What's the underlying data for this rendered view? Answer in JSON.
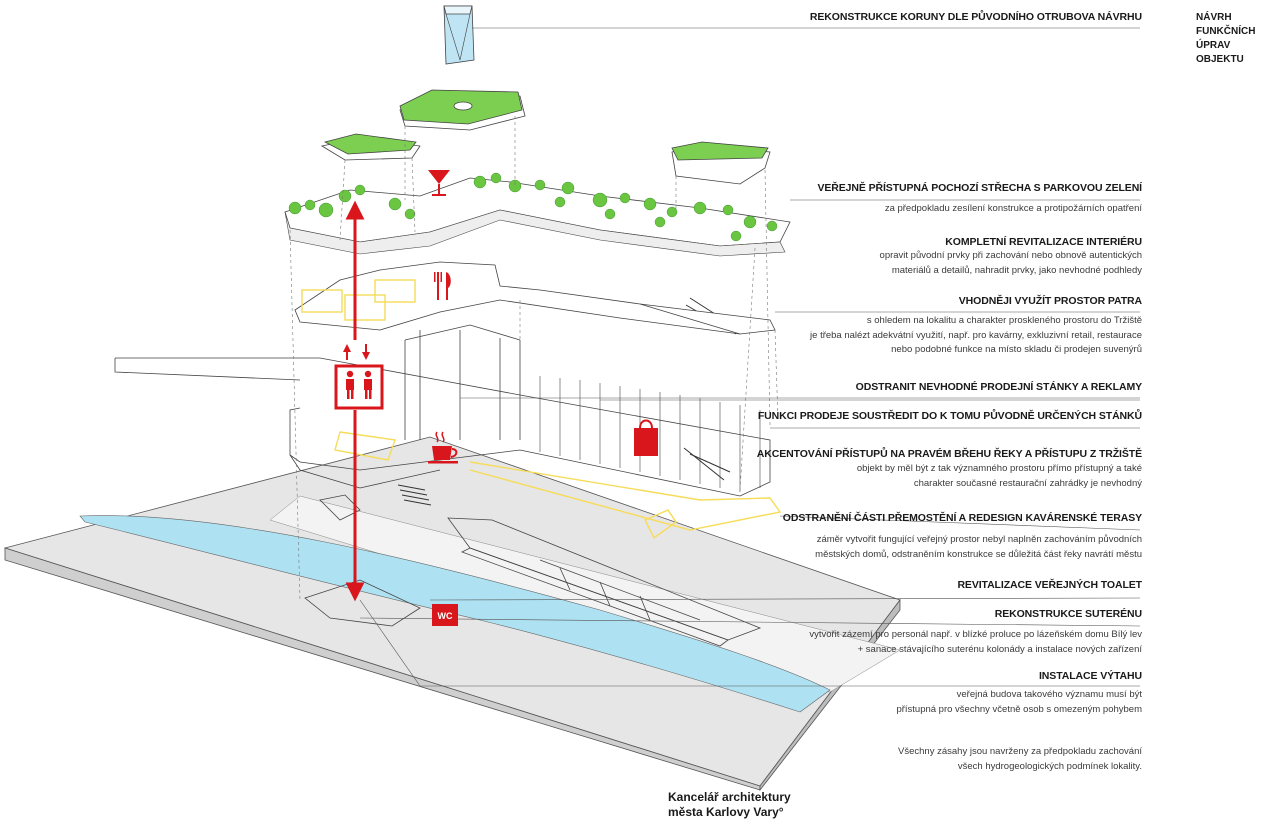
{
  "header": {
    "side_note": "NÁVRH FUNKČNÍCH\nÚPRAV OBJEKTU"
  },
  "annotations": [
    {
      "title": "REKONSTRUKCE KORUNY DLE PŮVODNÍHO OTRUBOVA NÁVRHU",
      "desc": ""
    },
    {
      "title": "VEŘEJNĚ PŘÍSTUPNÁ POCHOZÍ STŘECHA S PARKOVOU ZELENÍ",
      "desc": "za předpokladu zesílení konstrukce a protipožárních opatření"
    },
    {
      "title": "KOMPLETNÍ REVITALIZACE INTERIÉRU",
      "desc": "opravit původní prvky při zachování nebo obnově autentických\nmateriálů a detailů, nahradit prvky, jako nevhodné podhledy"
    },
    {
      "title": "VHODNĚJI VYUŽÍT PROSTOR PATRA",
      "desc": "s ohledem na lokalitu a charakter proskleného prostoru do Tržiště\nje třeba nalézt adekvátní využití, např. pro kavárny, exkluzivní retail, restaurace\nnebo podobné funkce na místo skladu či prodejen suvenýrů"
    },
    {
      "title": "ODSTRANIT NEVHODNÉ PRODEJNÍ STÁNKY A REKLAMY",
      "desc": ""
    },
    {
      "title": "FUNKCI PRODEJE SOUSTŘEDIT DO K TOMU PŮVODNĚ URČENÝCH STÁNKŮ",
      "desc": ""
    },
    {
      "title": "AKCENTOVÁNÍ PŘÍSTUPŮ NA PRAVÉM BŘEHU ŘEKY A PŘÍSTUPU Z TRŽIŠTĚ",
      "desc": "objekt by měl být z tak významného prostoru přímo přístupný a také\ncharakter současné restaurační zahrádky je nevhodný"
    },
    {
      "title": "ODSTRANĚNÍ ČÁSTI PŘEMOSTĚNÍ A REDESIGN KAVÁRENSKÉ TERASY",
      "desc": "záměr vytvořit fungující veřejný prostor nebyl naplněn zachováním původních\nměstských domů, odstraněním konstrukce se důležitá část řeky navrátí městu"
    },
    {
      "title": "REVITALIZACE VEŘEJNÝCH TOALET",
      "desc": ""
    },
    {
      "title": "REKONSTRUKCE SUTERÉNU",
      "desc": "vytvořit zázemí pro personál např. v blízké proluce po lázeňském domu Bílý lev\n+ sanace stávajícího suterénu kolonády a instalace nových zařízení"
    },
    {
      "title": "INSTALACE VÝTAHU",
      "desc": "veřejná budova takového významu musí být\npřístupná pro všechny včetně osob s omezeným pohybem"
    }
  ],
  "final_note": "Všechny zásahy jsou navrženy za předpokladu zachování\nvšech hydrogeologických podmínek lokality.",
  "footer": {
    "office": "Kancelář architektury\nměsta Karlovy Vary°"
  },
  "icons": {
    "wc_label": "WC"
  },
  "colors": {
    "red": "#d8161b",
    "green": "#7dcf52",
    "water": "#aee1f2",
    "yellow": "#f6dc58",
    "ground": "#e6e6e6"
  }
}
